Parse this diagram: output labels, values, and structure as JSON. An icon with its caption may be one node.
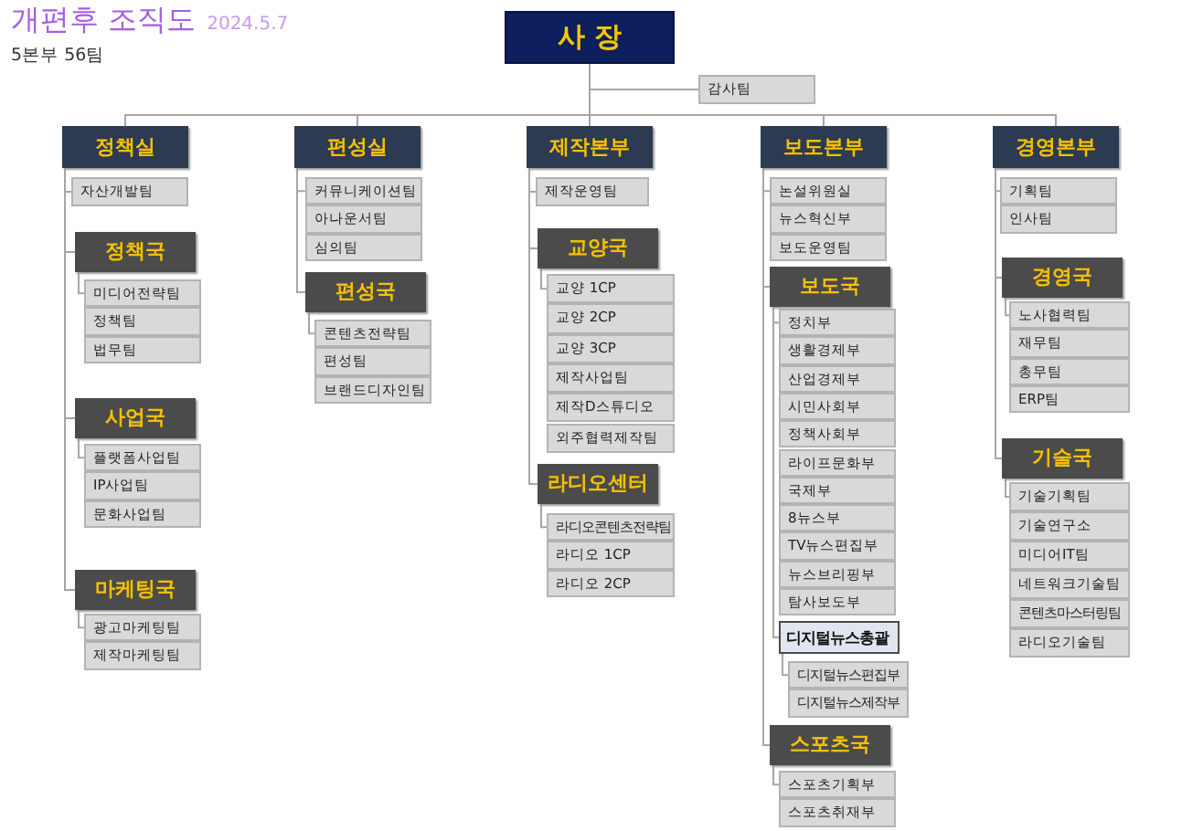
{
  "diagram": {
    "title": "개편후 조직도",
    "nodes": [
      {
        "text": [
          "사 장"
        ]
      },
      {
        "text": [
          "감사팀"
        ]
      },
      {
        "text": [
          "정책실"
        ]
      },
      {
        "text": [
          "자산개발팀"
        ]
      },
      {
        "text": [
          "정책국"
        ]
      },
      {
        "text": [
          "미디어전략팀"
        ]
      },
      {
        "text": [
          "정책팀"
        ]
      },
      {
        "text": [
          "법무팀"
        ]
      },
      {
        "text": [
          "사업국"
        ]
      },
      {
        "text": [
          "플랫폼사업팀"
        ]
      },
      {
        "text": [
          "IP사업팀"
        ]
      },
      {
        "text": [
          "문화사업팀"
        ]
      },
      {
        "text": [
          "마케팅국"
        ]
      },
      {
        "text": [
          "광고마케팅팀"
        ]
      },
      {
        "text": [
          "제작마케팅팀"
        ]
      },
      {
        "text": [
          "편성실"
        ]
      },
      {
        "text": [
          "커뮤니케이션팀"
        ]
      },
      {
        "text": [
          "아나운서팀"
        ]
      },
      {
        "text": [
          "심의팀"
        ]
      },
      {
        "text": [
          "편성국"
        ]
      },
      {
        "text": [
          "콘텐츠전략팀"
        ]
      },
      {
        "text": [
          "편성팀"
        ]
      },
      {
        "text": [
          "브랜드디자인팀"
        ]
      },
      {
        "text": [
          "제작본부"
        ]
      },
      {
        "text": [
          "제작운영팀"
        ]
      },
      {
        "text": [
          "교양국"
        ]
      },
      {
        "text": [
          "교양 1CP"
        ]
      },
      {
        "text": [
          "교양 2CP"
        ]
      },
      {
        "text": [
          "교양 3CP"
        ]
      },
      {
        "text": [
          "제작사업팀"
        ]
      },
      {
        "text": [
          "제작D스튜디오"
        ]
      },
      {
        "text": [
          "외주협력제작팀"
        ]
      },
      {
        "text": [
          "라디오센터"
        ]
      },
      {
        "text": [
          "라디오콘텐츠전략팀"
        ]
      },
      {
        "text": [
          "라디오 1CP"
        ]
      },
      {
        "text": [
          "라디오 2CP"
        ]
      },
      {
        "text": [
          "보도본부"
        ]
      },
      {
        "text": [
          "논설위원실"
        ]
      },
      {
        "text": [
          "뉴스혁신부"
        ]
      },
      {
        "text": [
          "보도운영팀"
        ]
      },
      {
        "text": [
          "보도국"
        ]
      },
      {
        "text": [
          "정치부"
        ]
      },
      {
        "text": [
          "생활경제부"
        ]
      },
      {
        "text": [
          "산업경제부"
        ]
      },
      {
        "text": [
          "시민사회부"
        ]
      },
      {
        "text": [
          "정책사회부"
        ]
      },
      {
        "text": [
          "라이프문화부"
        ]
      },
      {
        "text": [
          "국제부"
        ]
      },
      {
        "text": [
          "8뉴스부"
        ]
      },
      {
        "text": [
          "TV뉴스편집부"
        ]
      },
      {
        "text": [
          "뉴스브리핑부"
        ]
      },
      {
        "text": [
          "탐사보도부"
        ]
      },
      {
        "text": [
          "디지털뉴스총괄"
        ]
      },
      {
        "text": [
          "디지털뉴스편집부"
        ]
      },
      {
        "text": [
          "디지털뉴스제작부"
        ]
      },
      {
        "text": [
          "스포츠국"
        ]
      },
      {
        "text": [
          "스포츠기획부"
        ]
      },
      {
        "text": [
          "스포츠취재부"
        ]
      },
      {
        "text": [
          "경영본부"
        ]
      },
      {
        "text": [
          "기획팀"
        ]
      },
      {
        "text": [
          "인사팀"
        ]
      },
      {
        "text": [
          "경영국"
        ]
      },
      {
        "text": [
          "노사협력팀"
        ]
      },
      {
        "text": [
          "재무팀"
        ]
      },
      {
        "text": [
          "총무팀"
        ]
      },
      {
        "text": [
          "ERP팀"
        ]
      },
      {
        "text": [
          "기술국"
        ]
      },
      {
        "text": [
          "기술기획팀"
        ]
      },
      {
        "text": [
          "기술연구소"
        ]
      },
      {
        "text": [
          "미디어IT팀"
        ]
      },
      {
        "text": [
          "네트워크기술팀"
        ]
      },
      {
        "text": [
          "콘텐츠마스터링팀"
        ]
      },
      {
        "text": [
          "라디오기술팀"
        ]
      }
    ],
    "edges": [
      {
        "from": 0,
        "to": 1,
        "arrow": "none"
      },
      {
        "from": 0,
        "to": 2,
        "arrow": "none"
      },
      {
        "from": 0,
        "to": 15,
        "arrow": "none"
      },
      {
        "from": 0,
        "to": 23,
        "arrow": "none"
      },
      {
        "from": 0,
        "to": 36,
        "arrow": "none"
      },
      {
        "from": 0,
        "to": 58,
        "arrow": "none"
      },
      {
        "from": 2,
        "to": 3,
        "arrow": "none"
      },
      {
        "from": 2,
        "to": 4,
        "arrow": "none"
      },
      {
        "from": 2,
        "to": 8,
        "arrow": "none"
      },
      {
        "from": 2,
        "to": 12,
        "arrow": "none"
      },
      {
        "from": 4,
        "to": 5,
        "arrow": "none"
      },
      {
        "from": 8,
        "to": 9,
        "arrow": "none"
      },
      {
        "from": 12,
        "to": 13,
        "arrow": "none"
      },
      {
        "from": 15,
        "to": 16,
        "arrow": "none"
      },
      {
        "from": 15,
        "to": 19,
        "arrow": "none"
      },
      {
        "from": 19,
        "to": 20,
        "arrow": "none"
      },
      {
        "from": 23,
        "to": 24,
        "arrow": "none"
      },
      {
        "from": 23,
        "to": 25,
        "arrow": "none"
      },
      {
        "from": 23,
        "to": 32,
        "arrow": "none"
      },
      {
        "from": 25,
        "to": 26,
        "arrow": "none"
      },
      {
        "from": 32,
        "to": 33,
        "arrow": "none"
      },
      {
        "from": 36,
        "to": 37,
        "arrow": "none"
      },
      {
        "from": 36,
        "to": 40,
        "arrow": "none"
      },
      {
        "from": 36,
        "to": 55,
        "arrow": "none"
      },
      {
        "from": 40,
        "to": 41,
        "arrow": "none"
      },
      {
        "from": 40,
        "to": 52,
        "arrow": "none"
      },
      {
        "from": 52,
        "to": 53,
        "arrow": "none"
      },
      {
        "from": 55,
        "to": 56,
        "arrow": "none"
      },
      {
        "from": 58,
        "to": 59,
        "arrow": "none"
      },
      {
        "from": 58,
        "to": 61,
        "arrow": "none"
      },
      {
        "from": 58,
        "to": 66,
        "arrow": "none"
      },
      {
        "from": 61,
        "to": 62,
        "arrow": "none"
      },
      {
        "from": 66,
        "to": 67,
        "arrow": "none"
      }
    ],
    "labels": [
      "2024.5.7",
      "5본부 56팀"
    ]
  }
}
